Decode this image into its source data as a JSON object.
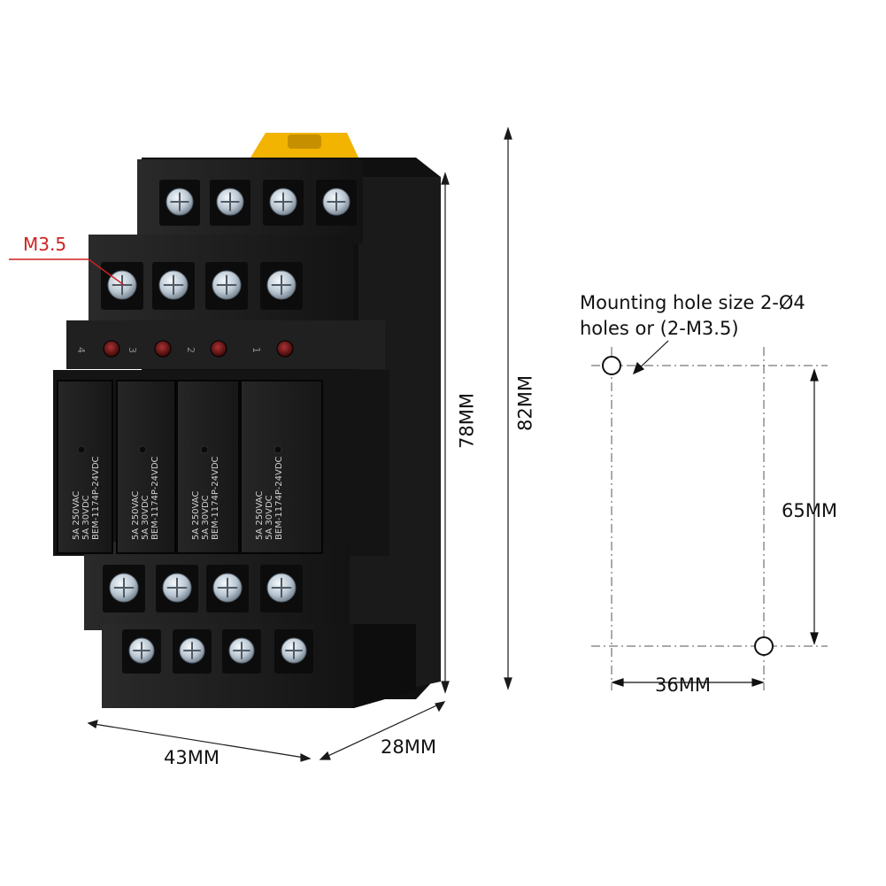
{
  "annotations": {
    "screw_size": "M3.5",
    "mounting_note_line1": "Mounting hole size 2-Ø4",
    "mounting_note_line2": "holes or (2-M3.5)"
  },
  "dimensions": {
    "width": "43MM",
    "depth": "28MM",
    "height": "78MM",
    "overall_height": "82MM",
    "hole_vertical_spacing": "65MM",
    "hole_horizontal_spacing": "36MM"
  },
  "relay": {
    "line1": "5A 250VAC",
    "line2": "5A  30VDC",
    "line3": "BEM-1174P-24VDC",
    "count": 4
  },
  "terminal_numbers": [
    "4",
    "3",
    "2",
    "1"
  ],
  "colors": {
    "housing": "#1b1b1c",
    "screw": "#c9d3dc",
    "led": "#5a0d0d",
    "latch": "#f2b400",
    "callout": "#cc2222",
    "dim_line": "#1a1a1a"
  }
}
